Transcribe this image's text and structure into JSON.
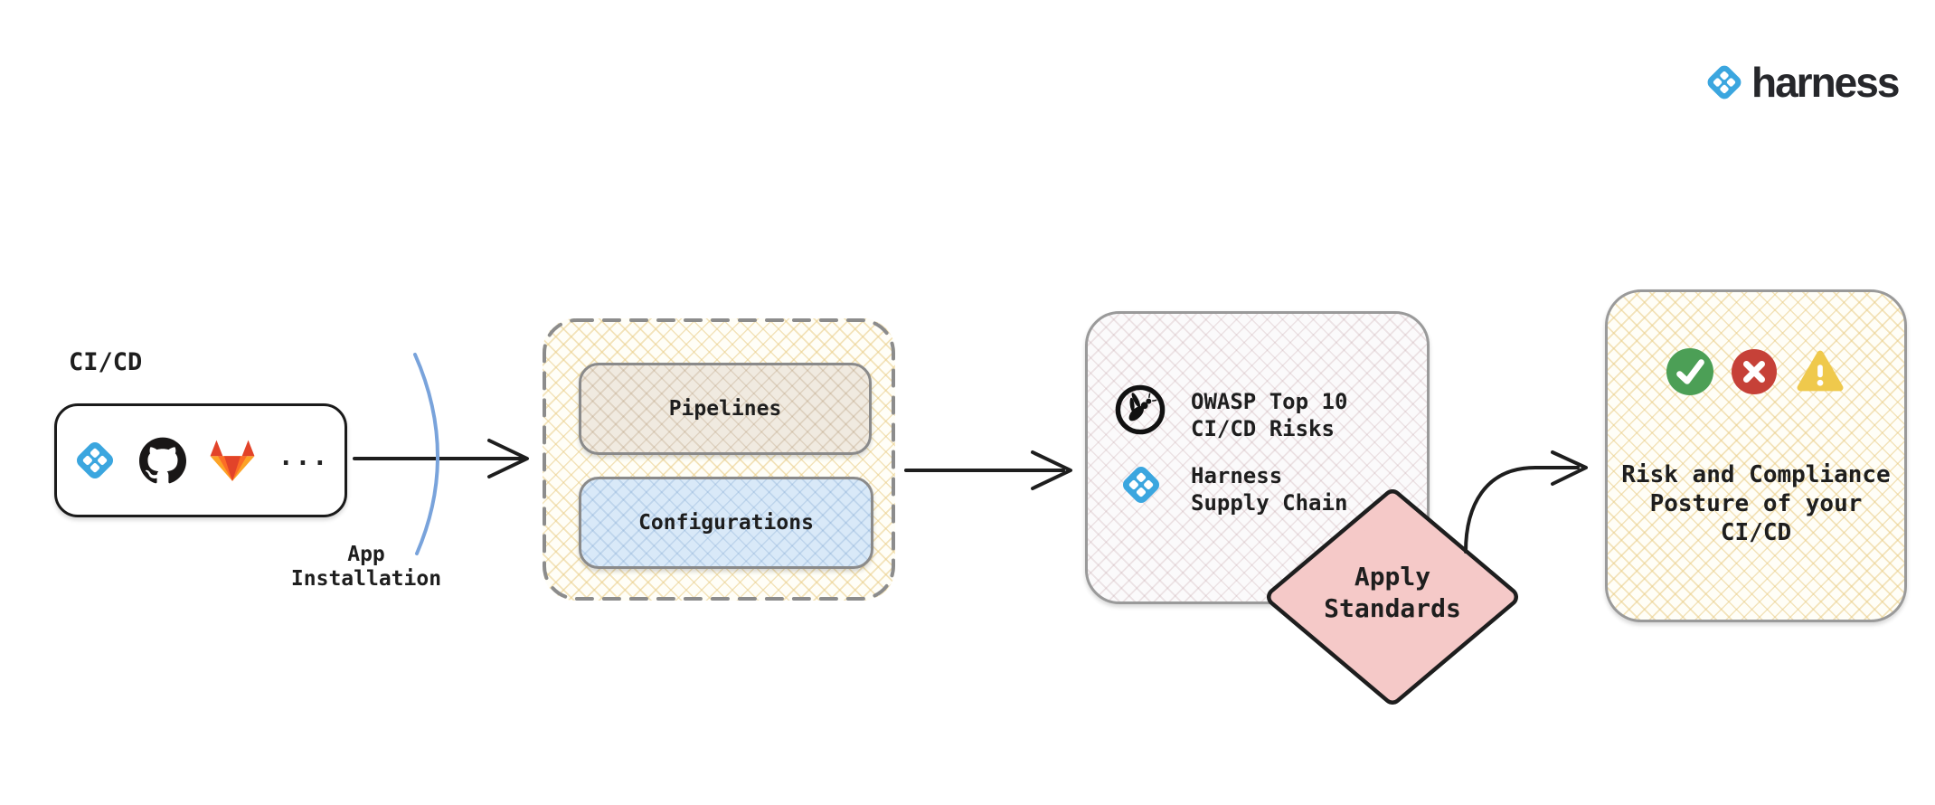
{
  "brand": {
    "wordmark": "harness"
  },
  "source": {
    "label": "CI/CD",
    "icons": [
      "harness-icon",
      "github-icon",
      "gitlab-icon"
    ],
    "ellipsis": "..."
  },
  "install": {
    "line1": "App",
    "line2": "Installation"
  },
  "container": {
    "pipelines_label": "Pipelines",
    "configurations_label": "Configurations"
  },
  "standards": {
    "owasp_icon": "owasp-icon",
    "owasp_line1": "OWASP Top 10",
    "owasp_line2": "CI/CD Risks",
    "harness_icon": "harness-icon",
    "harness_line1": "Harness",
    "harness_line2": "Supply Chain"
  },
  "apply": {
    "line1": "Apply",
    "line2": "Standards"
  },
  "result": {
    "icons": [
      "check-icon",
      "cross-icon",
      "warning-icon"
    ],
    "line1": "Risk and Compliance",
    "line2": "Posture of your",
    "line3": "CI/CD"
  },
  "colors": {
    "harness_blue": "#3BA6DF",
    "arc_blue": "#79A3DB",
    "diamond_pink": "#F5C9C8",
    "pipelines_fill": "#F0EAE0",
    "configurations_fill": "#D9E9F8",
    "check_green": "#4C9F56",
    "cross_red": "#C64138",
    "warning_yellow": "#EFC94C",
    "gitlab_red": "#E24329",
    "gitlab_orange": "#FC6D26",
    "gitlab_light_orange": "#FCA326"
  }
}
